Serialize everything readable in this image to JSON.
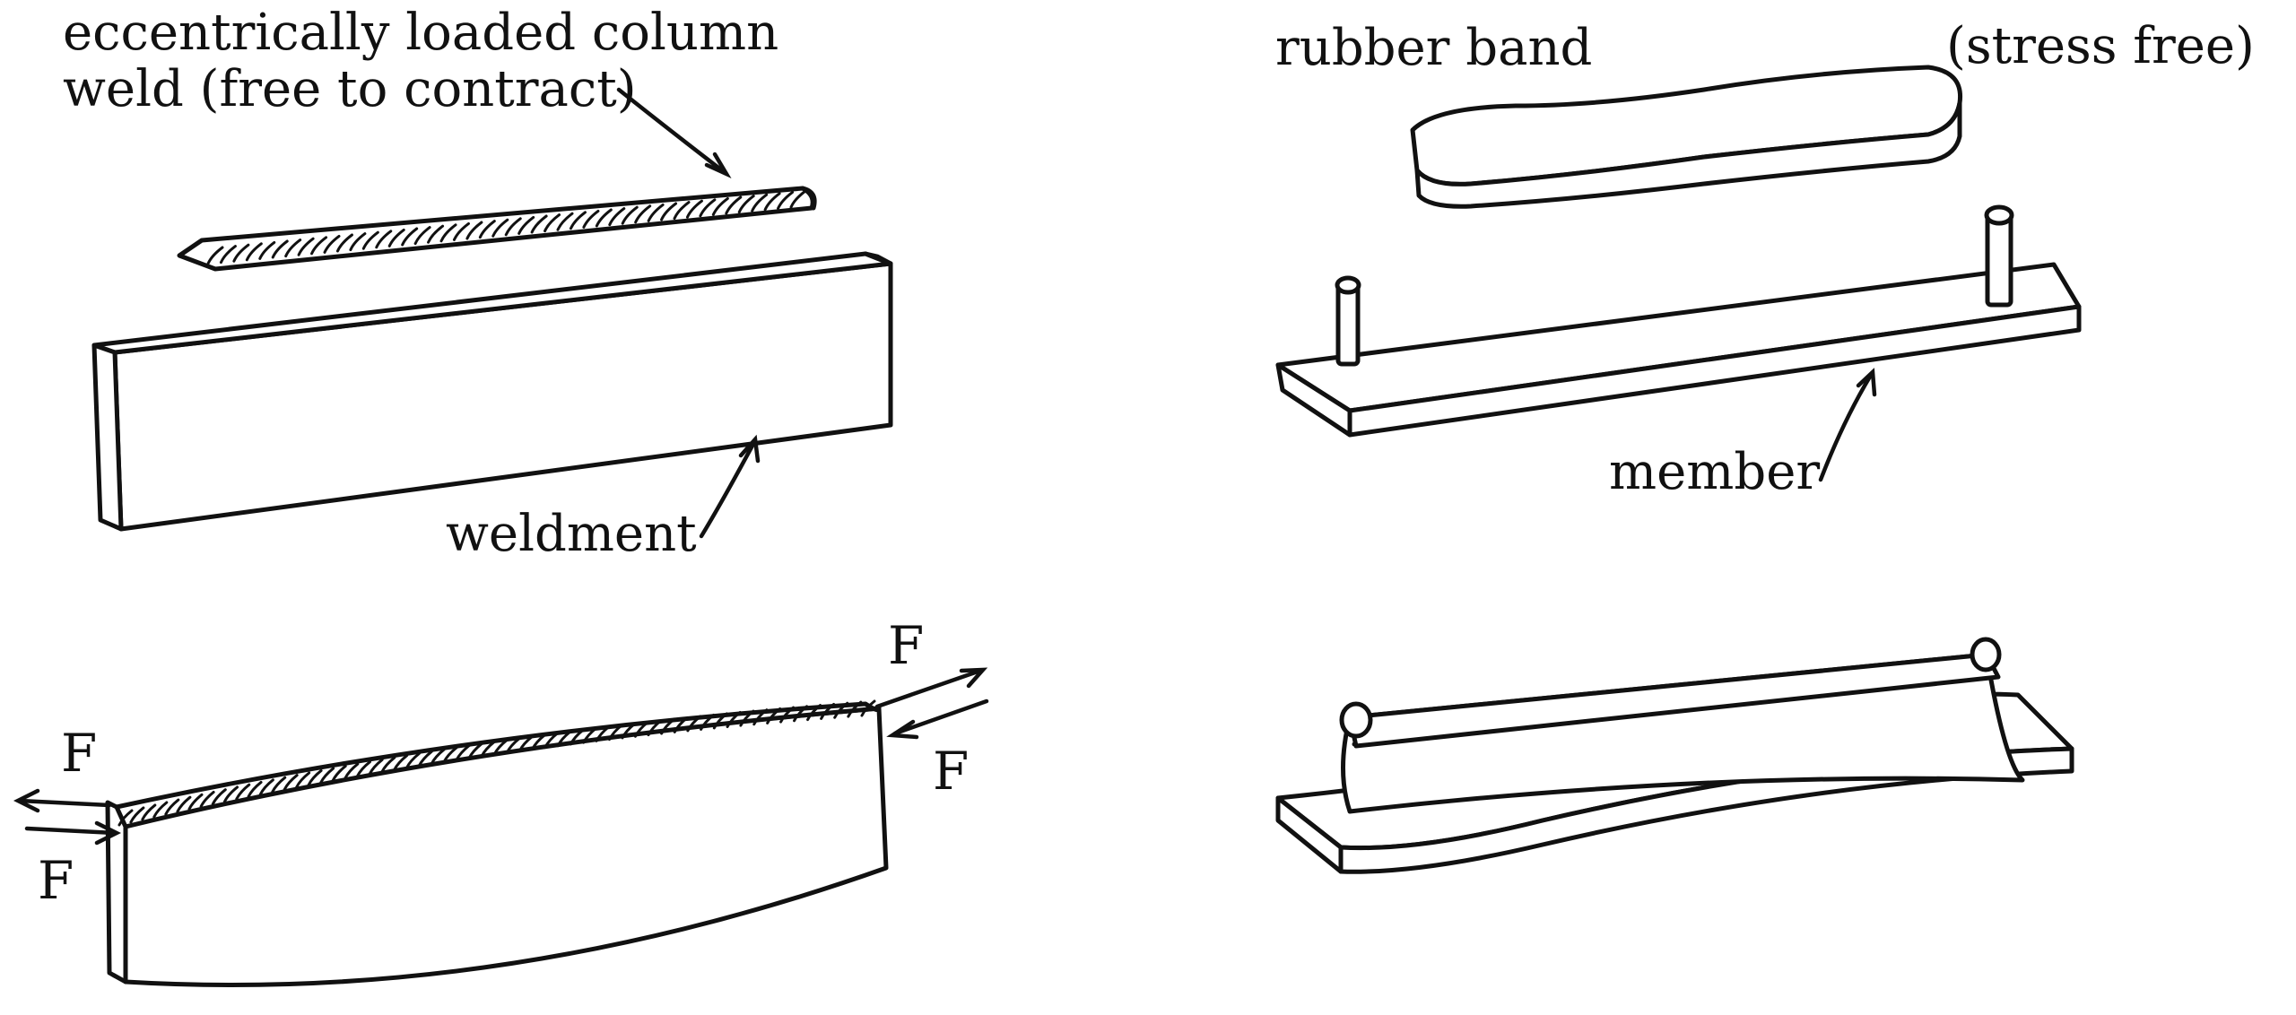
{
  "labels": {
    "title_line1": "eccentrically loaded column",
    "title_line2": "weld (free to contract)",
    "weldment": "weldment",
    "rubber_band": "rubber band",
    "stress_free": "(stress free)",
    "member": "member",
    "force_top_right_upper": "F",
    "force_top_right_lower": "F",
    "force_left_upper": "F",
    "force_left_lower": "F"
  },
  "colors": {
    "ink": "#111111",
    "background": "#ffffff"
  }
}
